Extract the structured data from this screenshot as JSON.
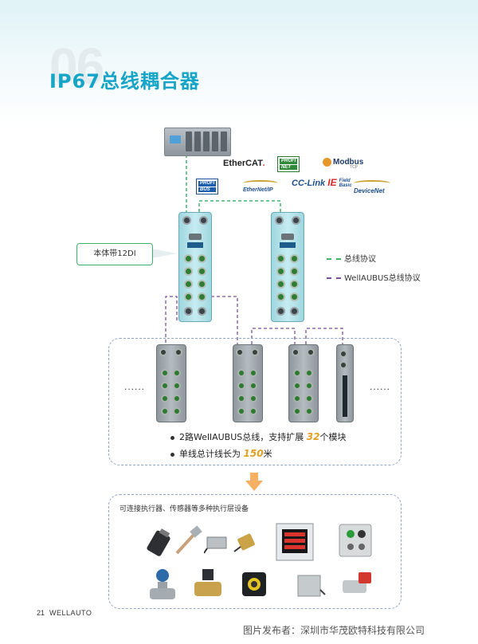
{
  "header": {
    "section_number": "06",
    "title": "IP67总线耦合器"
  },
  "protocols": {
    "ethercat": "EtherCAT",
    "profinet_top": "PROFI",
    "profinet_bottom": "NET",
    "modbus": "Modbus",
    "modbus_sub": "TCP",
    "profibus_top": "PROFI",
    "profibus_bottom": "BUS",
    "ethernetip": "EtherNet/IP",
    "cclink": "CC-Link",
    "cclink_ie": "IE",
    "cclink_field": "Field",
    "cclink_basic": "Basic",
    "devicenet": "DeviceNet"
  },
  "diagram": {
    "callout": "本体带12DI",
    "legend_bus": "总线协议",
    "legend_wellaubus": "WellAUBUS总线协议",
    "colors": {
      "bus": "#3fb56a",
      "wellaubus": "#7c4e9b"
    },
    "left_ellipsis": "......",
    "right_ellipsis": "......"
  },
  "features": {
    "line1_a": "2路WellAUBUS总线，支持扩展",
    "line1_num": "32",
    "line1_b": "个模块",
    "line2_a": "单线总计线长为",
    "line2_num": "150",
    "line2_b": "米"
  },
  "devices": {
    "caption": "可连接执行器、传感器等多种执行层设备"
  },
  "footer": {
    "page_number": "21",
    "brand": "WELLAUTO",
    "watermark": "图片发布者：深圳市华茂欧特科技有限公司"
  }
}
